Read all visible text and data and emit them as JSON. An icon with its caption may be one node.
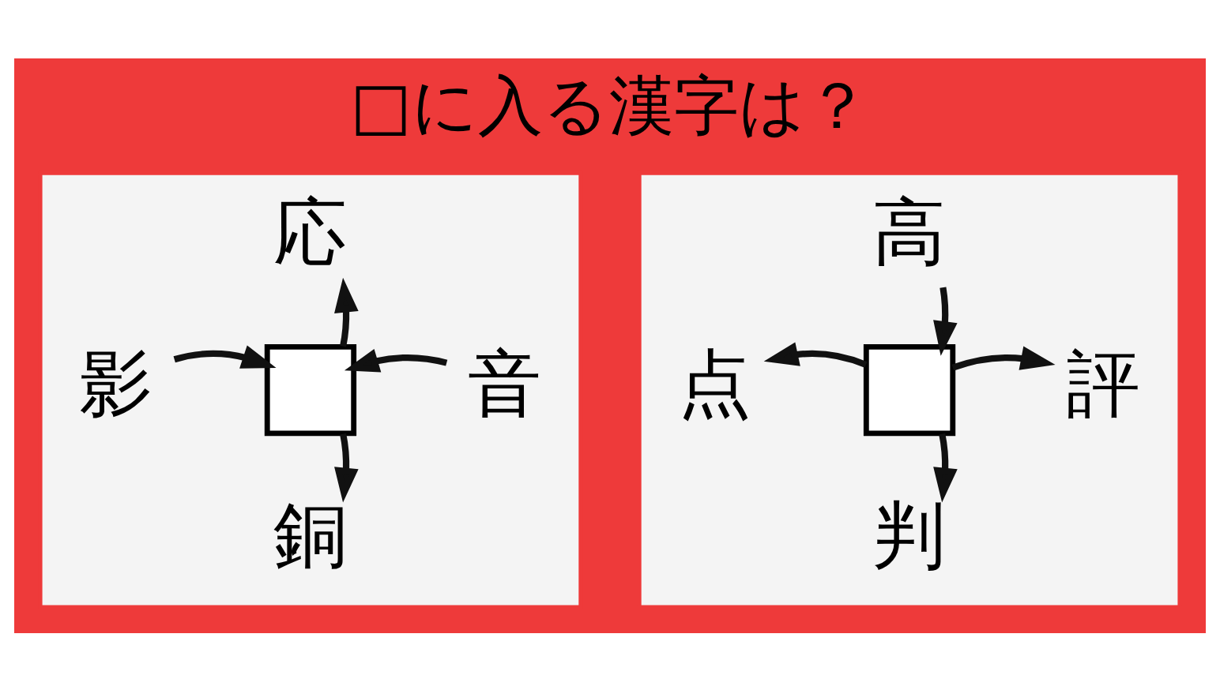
{
  "diagram": {
    "title": "□に入る漢字は？",
    "nodes": [
      {
        "text": [],
        "shape": "box"
      },
      {
        "text": [
          "応"
        ],
        "in": 0
      },
      {
        "text": [
          "影"
        ],
        "in": 0
      },
      {
        "text": [],
        "shape": "box",
        "in": 0
      },
      {
        "text": [
          "音"
        ],
        "in": 0
      },
      {
        "text": [
          "銅"
        ],
        "in": 0
      },
      {
        "text": [],
        "shape": "box"
      },
      {
        "text": [
          "高"
        ],
        "in": 6
      },
      {
        "text": [
          "点"
        ],
        "in": 6
      },
      {
        "text": [],
        "shape": "box",
        "in": 6
      },
      {
        "text": [
          "評"
        ],
        "in": 6
      },
      {
        "text": [
          "判"
        ],
        "in": 6
      }
    ],
    "edges": [
      {
        "from": 3,
        "to": 1,
        "arrow": "to"
      },
      {
        "from": 2,
        "to": 3,
        "arrow": "to"
      },
      {
        "from": 4,
        "to": 3,
        "arrow": "to"
      },
      {
        "from": 3,
        "to": 5,
        "arrow": "to"
      },
      {
        "from": 7,
        "to": 9,
        "arrow": "to"
      },
      {
        "from": 9,
        "to": 8,
        "arrow": "to"
      },
      {
        "from": 9,
        "to": 10,
        "arrow": "to"
      },
      {
        "from": 9,
        "to": 11,
        "arrow": "to"
      }
    ]
  }
}
